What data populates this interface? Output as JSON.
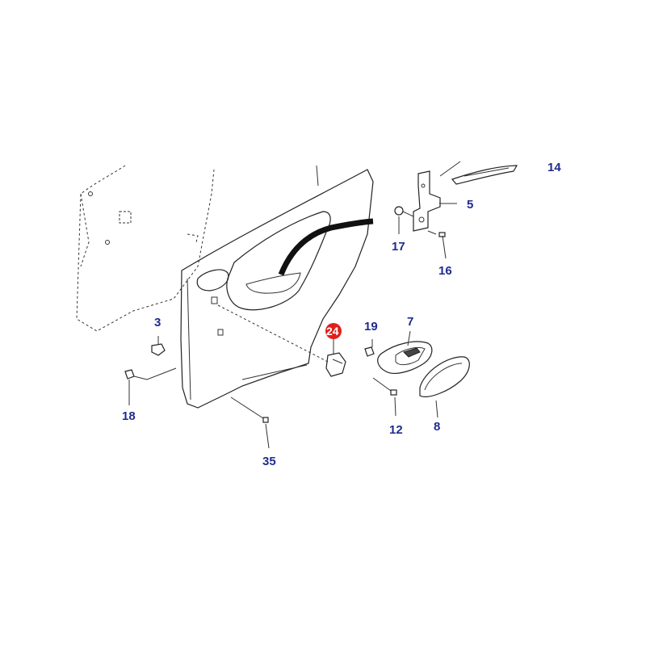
{
  "callouts": {
    "p3": "3",
    "p5": "5",
    "p7": "7",
    "p8": "8",
    "p12": "12",
    "p14": "14",
    "p16": "16",
    "p17": "17",
    "p18": "18",
    "p19": "19",
    "p24": "24",
    "p35": "35"
  },
  "colors": {
    "label": "#1f2b8f",
    "highlight_badge": "#e0201b",
    "line": "#222222"
  },
  "highlighted_part": "24"
}
